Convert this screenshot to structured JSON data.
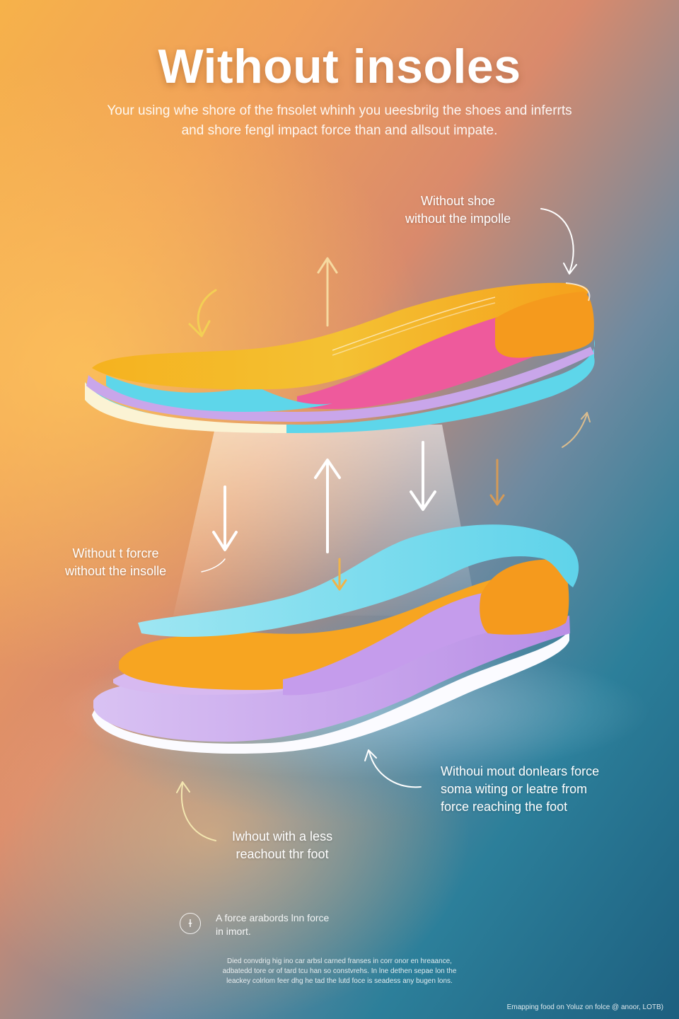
{
  "title": "Without insoles",
  "subtitle": [
    "Your using whe shore of the fnsolet whinh you ueesbrilg the shoes and inferrts",
    "and shore fengl impact force than and allsout impate."
  ],
  "labels": {
    "top_right": [
      "Without shoe",
      "without the impolle"
    ],
    "mid_left": [
      "Without t forcre",
      "without the insolle"
    ],
    "bottom_right": [
      "Withoui mout donlears force",
      "soma witing or leatre from",
      "force reaching the foot"
    ],
    "bottom_center": [
      "Iwhout with a less",
      "reachout thr foot"
    ]
  },
  "legend": {
    "icon": "force-icon",
    "text": [
      "A force arabords lnn force",
      "in imort."
    ]
  },
  "fine_print": [
    "Died convdrig hig ino car arbsl carned franses in corr onor en hreaance,",
    "adbatedd tore or of tard tcu han so constvrehs. In lne dethen sepae lon the",
    "leackey colrlom feer dhg he tad the lutd foce is seadess any bugen lons."
  ],
  "footer": "Emapping food on Yoluz on folce @ anoor, LOTB)",
  "colors": {
    "orange_foam": "#f7a521",
    "yellow_top": "#f2c23a",
    "pink": "#ee5a9c",
    "cyan": "#5ed6ea",
    "lilac": "#c9a6ea",
    "cream": "#fbf3d4"
  }
}
